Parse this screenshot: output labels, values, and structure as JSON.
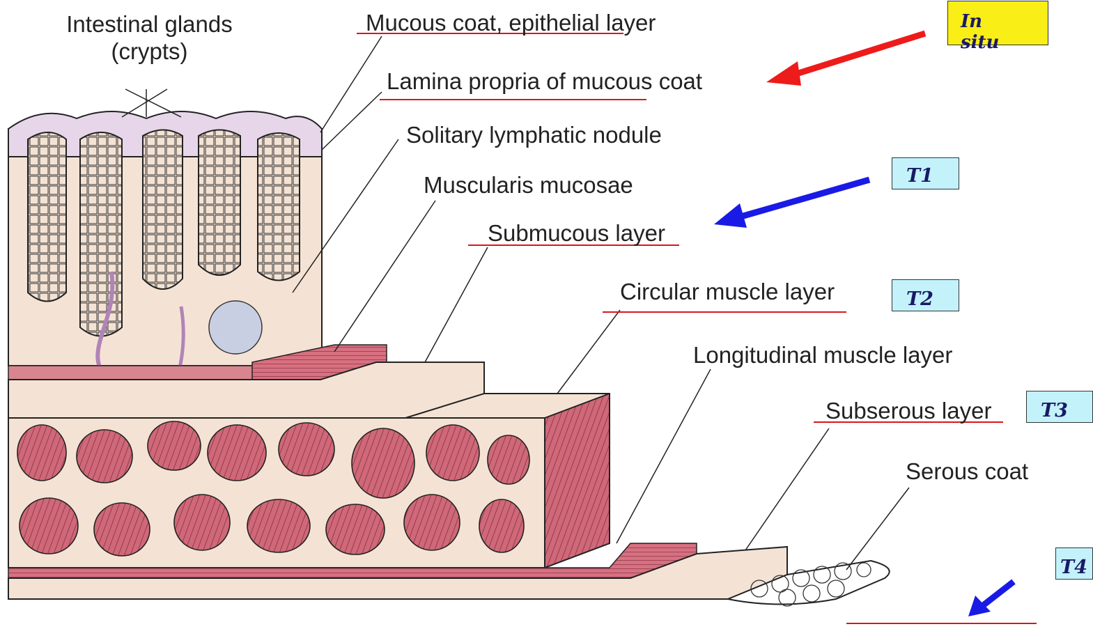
{
  "labels": {
    "intestinal_glands_line1": "Intestinal glands",
    "intestinal_glands_line2": "(crypts)",
    "mucous_coat_epithelial": "Mucous coat, epithelial layer",
    "lamina_propria": "Lamina propria of mucous coat",
    "solitary_nodule": "Solitary lymphatic nodule",
    "muscularis_mucosae": "Muscularis mucosae",
    "submucous_layer": "Submucous layer",
    "circular_muscle": "Circular muscle layer",
    "longitudinal_muscle": "Longitudinal muscle layer",
    "subserous_layer": "Subserous layer",
    "serous_coat": "Serous coat"
  },
  "stage_boxes": {
    "in_situ": "In situ",
    "t1": "T1",
    "t2": "T2",
    "t3": "T3",
    "t4": "T4"
  },
  "colors": {
    "muscle": "#cf6878",
    "tissue": "#f4e3d4",
    "epithelium": "#e7d6ea",
    "underline": "#d9161c",
    "arrow_red": "#ee1b1b",
    "arrow_blue": "#1a1ae6",
    "box_yellow": "#f9ee16",
    "box_cyan": "#c3f2fb"
  }
}
